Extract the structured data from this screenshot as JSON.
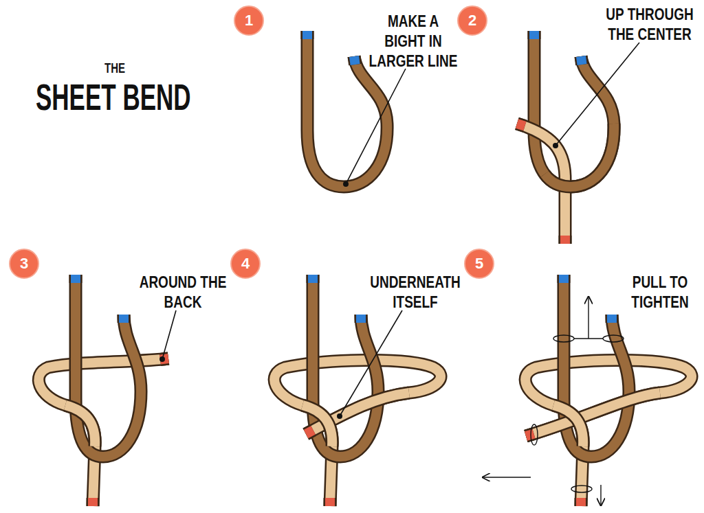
{
  "diagram": {
    "title": "SHEET BEND",
    "nodes": [
      {
        "text": [
          "1"
        ]
      },
      {
        "text": [
          "2"
        ]
      },
      {
        "text": [
          "3"
        ]
      },
      {
        "text": [
          "4"
        ]
      },
      {
        "text": [
          "5"
        ]
      }
    ],
    "labels": [
      "THE",
      "MAKE A BIGHT IN LARGER LINE",
      "UP THROUGH THE CENTER",
      "AROUND THE BACK",
      "UNDERNEATH ITSELF",
      "PULL TO TIGHTEN"
    ]
  }
}
